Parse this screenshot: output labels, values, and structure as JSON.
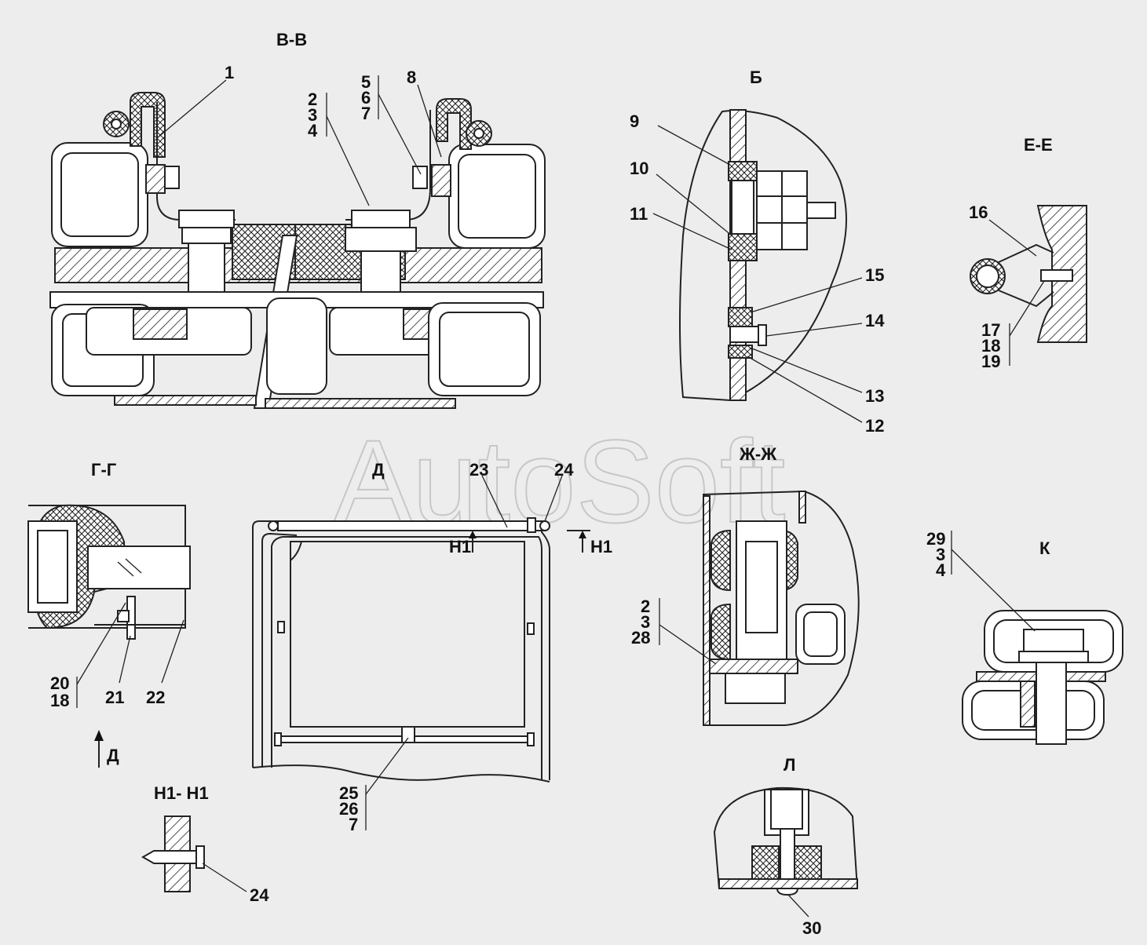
{
  "watermark": "AutoSoft",
  "views": {
    "bb": "В-В",
    "b": "Б",
    "ee": "Е-Е",
    "gg": "Г-Г",
    "d": "Д",
    "zhzh": "Ж-Ж",
    "k": "К",
    "n1n1": "Н1- Н1",
    "l": "Л"
  },
  "arrows": {
    "d": "Д",
    "h1_left": "Н1",
    "h1_right": "Н1"
  },
  "callouts": {
    "bb": [
      "1",
      "2",
      "3",
      "4",
      "5",
      "6",
      "7",
      "8"
    ],
    "b": [
      "9",
      "10",
      "11",
      "15",
      "14",
      "13",
      "12"
    ],
    "ee": [
      "16",
      "17",
      "18",
      "19"
    ],
    "gg": [
      "20",
      "18",
      "21",
      "22"
    ],
    "d": [
      "23",
      "24",
      "25",
      "26",
      "7"
    ],
    "zhzh": [
      "2",
      "3",
      "28"
    ],
    "k": [
      "29",
      "3",
      "4"
    ],
    "n1n1": [
      "24"
    ],
    "l": [
      "30"
    ]
  }
}
